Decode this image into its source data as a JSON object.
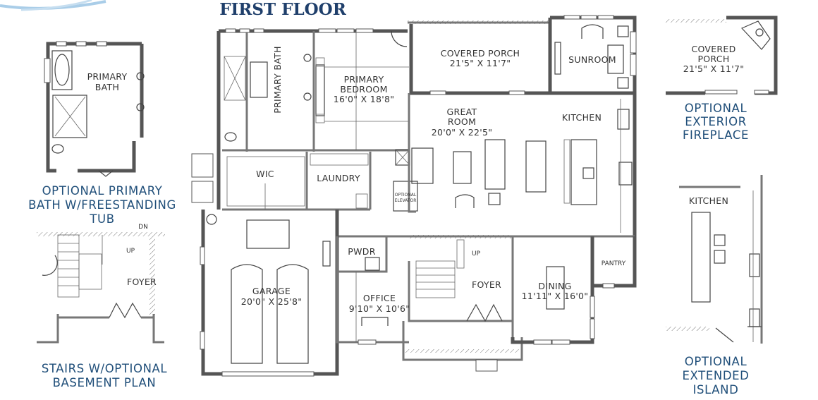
{
  "title": "FIRST FLOOR",
  "colors": {
    "title": "#1f3f6b",
    "option_text": "#1f4e79",
    "walls": "#555555",
    "swoosh": "#a9cde8"
  },
  "main_plan": {
    "primary_bath": "PRIMARY BATH",
    "primary_bedroom": {
      "name_1": "PRIMARY",
      "name_2": "BEDROOM",
      "size": "16'0\" X 18'8\""
    },
    "covered_porch": {
      "name": "COVERED PORCH",
      "size": "21'5\" X 11'7\""
    },
    "sunroom": "SUNROOM",
    "great_room": {
      "name_1": "GREAT",
      "name_2": "ROOM",
      "size": "20'0\" X 22'5\""
    },
    "kitchen": "KITCHEN",
    "wic": "WIC",
    "laundry": "LAUNDRY",
    "elevator": {
      "line_1": "OPTIONAL",
      "line_2": "ELEVATOR"
    },
    "garage": {
      "name": "GARAGE",
      "size": "20'0\" X 25'8\""
    },
    "pwdr": "PWDR",
    "office": {
      "name": "OFFICE",
      "size": "9'10\" X 10'6\""
    },
    "stair_up": "UP",
    "foyer": "FOYER",
    "dining": {
      "name": "DINING",
      "size": "11'11\" X 16'0\""
    },
    "pantry": "PANTRY"
  },
  "options": {
    "primary_bath": {
      "room_1": "PRIMARY",
      "room_2": "BATH",
      "caption": [
        "OPTIONAL PRIMARY",
        "BATH W/FREESTANDING",
        "TUB"
      ]
    },
    "stairs": {
      "dn": "DN",
      "up": "UP",
      "foyer": "FOYER",
      "caption": [
        "STAIRS W/OPTIONAL",
        "BASEMENT PLAN"
      ]
    },
    "exterior_fireplace": {
      "room_1": "COVERED",
      "room_2": "PORCH",
      "size": "21'5\" X 11'7\"",
      "caption": [
        "OPTIONAL",
        "EXTERIOR",
        "FIREPLACE"
      ]
    },
    "extended_island": {
      "room": "KITCHEN",
      "caption": [
        "OPTIONAL",
        "EXTENDED",
        "ISLAND"
      ]
    }
  }
}
